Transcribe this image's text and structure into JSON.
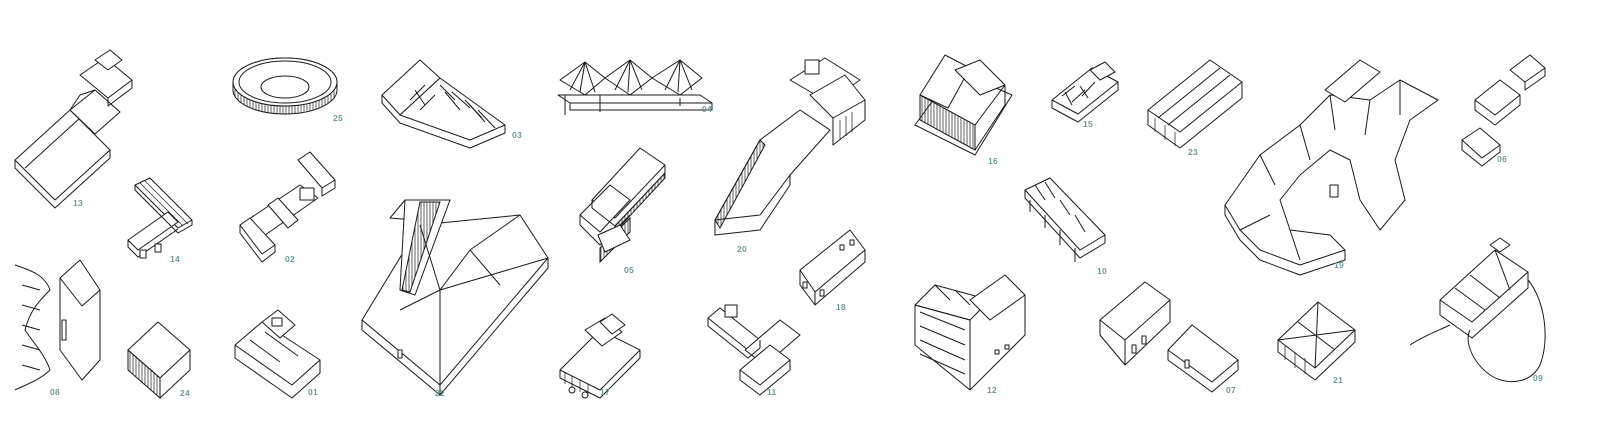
{
  "diagram": {
    "labels": [
      "13",
      "14",
      "25",
      "02",
      "03",
      "04",
      "22",
      "05",
      "17",
      "20",
      "11",
      "18",
      "16",
      "12",
      "15",
      "10",
      "23",
      "07",
      "19",
      "21",
      "06",
      "08",
      "24",
      "01",
      "09"
    ],
    "label_color": "#6f9a9a",
    "line_color": "#1a1a1a",
    "background": "#ffffff"
  }
}
